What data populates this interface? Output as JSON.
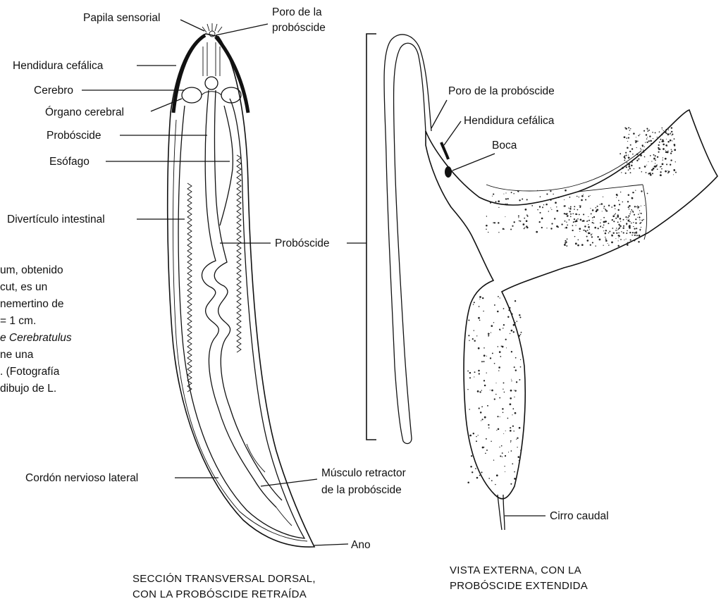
{
  "labels": {
    "papila_sensorial": "Papila sensorial",
    "poro_proboscide_1": "Poro de la",
    "poro_proboscide_2": "probóscide",
    "hendidura_cefalica_left": "Hendidura cefálica",
    "cerebro": "Cerebro",
    "organo_cerebral": "Órgano cerebral",
    "proboscide_left": "Probóscide",
    "esofago": "Esófago",
    "diverticulo_intestinal": "Divertículo intestinal",
    "proboscide_center": "Probóscide",
    "cordon_nervioso_lateral": "Cordón nervioso lateral",
    "musculo_retractor_1": "Músculo retractor",
    "musculo_retractor_2": "de la probóscide",
    "ano": "Ano",
    "poro_proboscide_right": "Poro de la probóscide",
    "hendidura_cefalica_right": "Hendidura cefálica",
    "boca": "Boca",
    "cirro_caudal": "Cirro caudal"
  },
  "captions": {
    "left_1": "SECCIÓN TRANSVERSAL DORSAL,",
    "left_2": "CON LA PROBÓSCIDE RETRAÍDA",
    "right_1": "VISTA EXTERNA, CON LA",
    "right_2": "PROBÓSCIDE EXTENDIDA"
  },
  "side_text": [
    "um, obtenido",
    "cut, es un",
    "nemertino de",
    "= 1 cm.",
    "e Cerebratulus",
    "ne una",
    ". (Fotografía",
    "dibujo de L."
  ]
}
